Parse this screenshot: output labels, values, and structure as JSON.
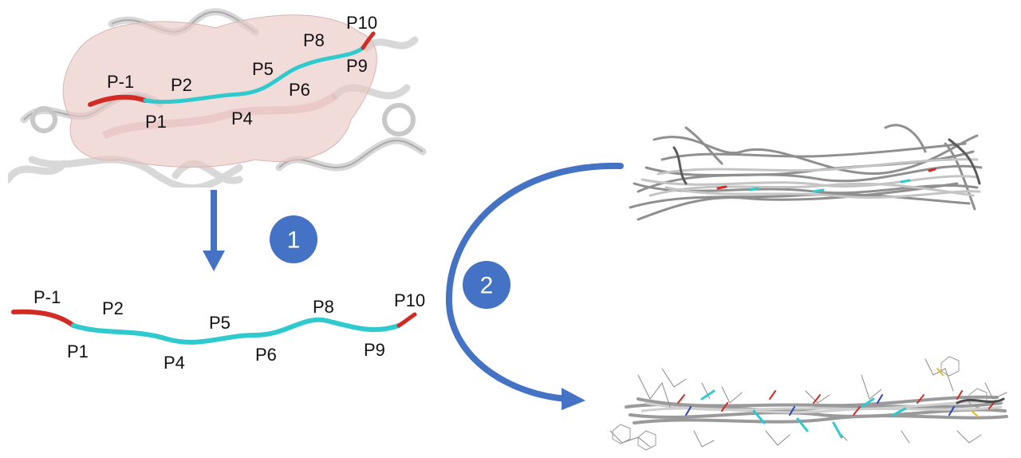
{
  "colors": {
    "arrow": "#4472C4",
    "cyan": "#2ECACD",
    "red": "#D42A24",
    "surface": "#E9C9C6",
    "ribbon": "#D6D6D6",
    "ensemble": "#8F8F8F"
  },
  "steps": {
    "step1": "1",
    "step2": "2"
  },
  "top_labels": {
    "pm1": "P-1",
    "p1": "P1",
    "p2": "P2",
    "p4": "P4",
    "p5": "P5",
    "p6": "P6",
    "p8": "P8",
    "p9": "P9",
    "p10": "P10"
  },
  "bottom_labels": {
    "pm1": "P-1",
    "p1": "P1",
    "p2": "P2",
    "p4": "P4",
    "p5": "P5",
    "p6": "P6",
    "p8": "P8",
    "p9": "P9",
    "p10": "P10"
  }
}
